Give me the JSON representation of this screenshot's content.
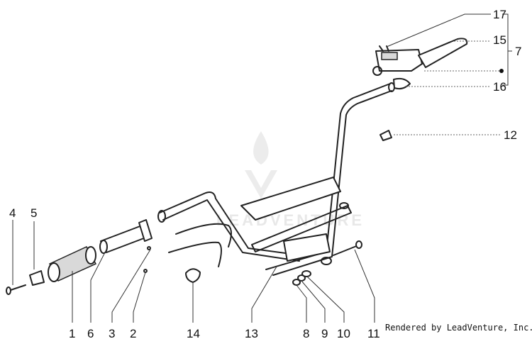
{
  "callouts": {
    "c1": "1",
    "c2": "2",
    "c3": "3",
    "c4": "4",
    "c5": "5",
    "c6": "6",
    "c7": "7",
    "c8": "8",
    "c9": "9",
    "c10": "10",
    "c11": "11",
    "c12": "12",
    "c13": "13",
    "c14": "14",
    "c15": "15",
    "c16": "16",
    "c17": "17"
  },
  "watermark": "LEADVENTURE",
  "credit": "Rendered by LeadVenture, Inc."
}
